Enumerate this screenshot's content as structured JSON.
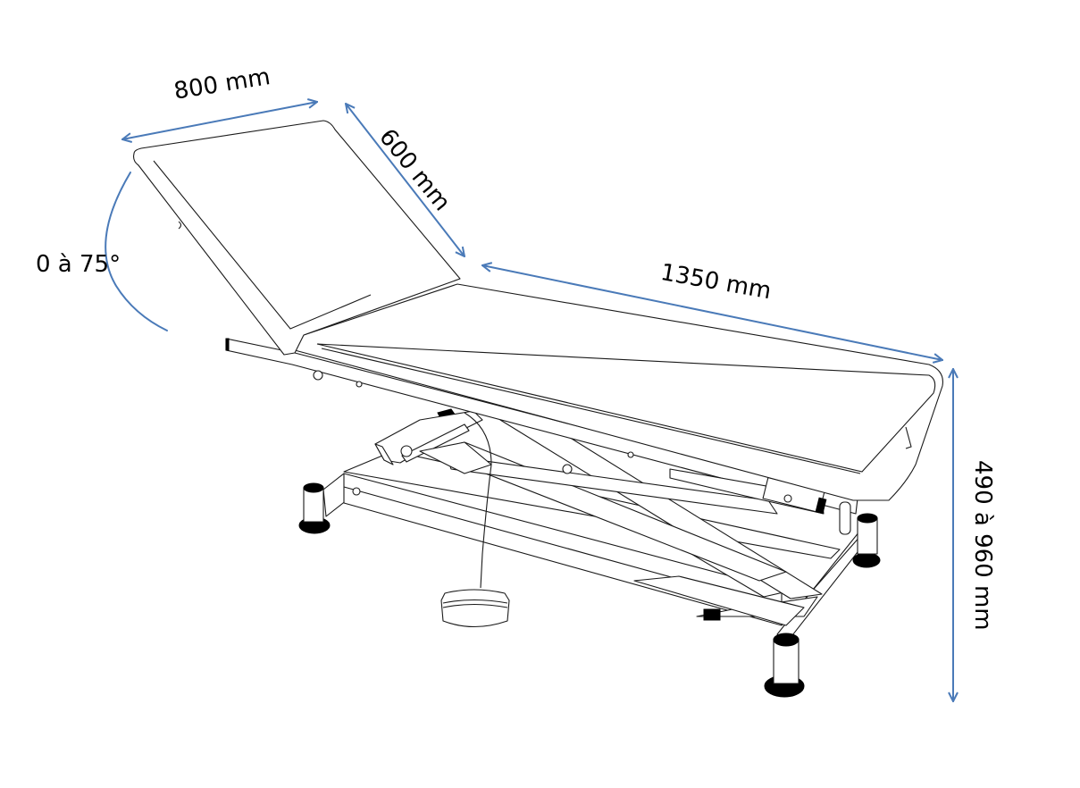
{
  "diagram": {
    "subject": "Electric height-adjustable examination table (2-section) with foot pedal",
    "colors": {
      "dimension_line": "#4a7ab8",
      "drawing_line": "#1a1a1a",
      "background": "#ffffff",
      "text": "#000000"
    },
    "dimensions": {
      "backrest_width": {
        "label": "800 mm",
        "value": 800,
        "unit": "mm"
      },
      "backrest_length": {
        "label": "600 mm",
        "value": 600,
        "unit": "mm"
      },
      "seat_length": {
        "label": "1350 mm",
        "value": 1350,
        "unit": "mm"
      },
      "height_range": {
        "label": "490 à 960 mm",
        "min": 490,
        "max": 960,
        "unit": "mm"
      },
      "backrest_angle": {
        "label": "0 à 75°",
        "min": 0,
        "max": 75,
        "unit": "deg"
      }
    },
    "components": [
      {
        "name": "backrest",
        "icon": "backrest-panel"
      },
      {
        "name": "main-cushion",
        "icon": "seat-panel"
      },
      {
        "name": "scissor-lift",
        "icon": "scissor-frame"
      },
      {
        "name": "actuator-motor",
        "icon": "motor"
      },
      {
        "name": "base-frame",
        "icon": "base"
      },
      {
        "name": "leveling-feet",
        "count": 4,
        "icon": "foot"
      },
      {
        "name": "foot-pedal",
        "icon": "pedal"
      }
    ]
  }
}
